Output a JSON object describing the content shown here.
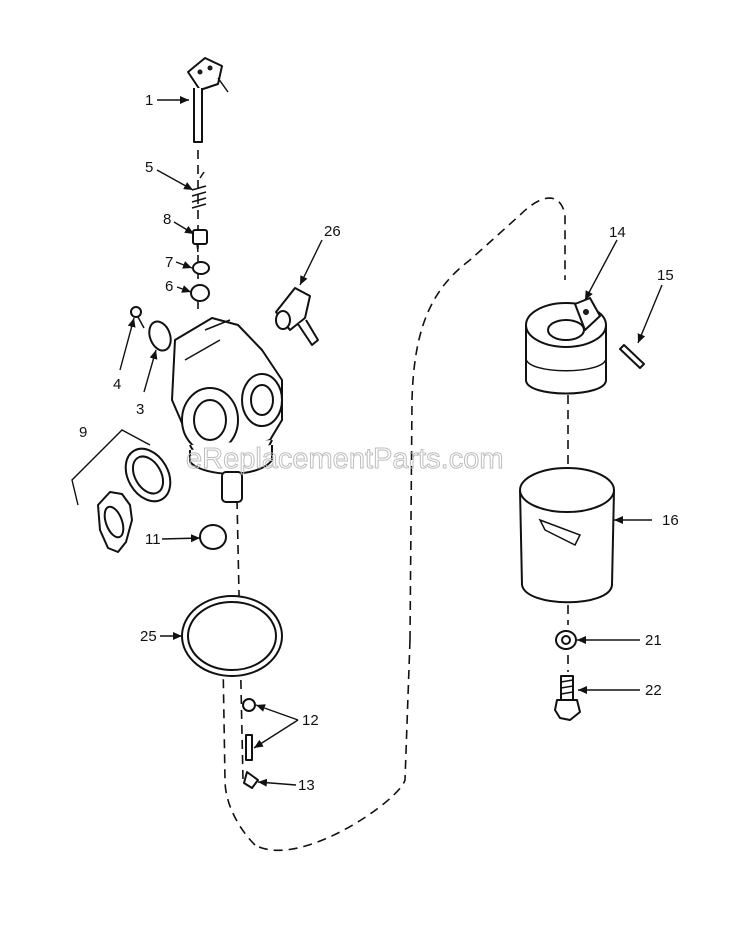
{
  "watermark": "eReplacementParts.com",
  "callouts": {
    "c1": "1",
    "c3": "3",
    "c4": "4",
    "c5": "5",
    "c6": "6",
    "c7": "7",
    "c8": "8",
    "c9": "9",
    "c11": "11",
    "c12": "12",
    "c13": "13",
    "c14": "14",
    "c15": "15",
    "c16": "16",
    "c21": "21",
    "c22": "22",
    "c25": "25",
    "c26": "26"
  },
  "colors": {
    "line": "#111111",
    "background": "#ffffff",
    "watermark": "#bdbdbd"
  }
}
